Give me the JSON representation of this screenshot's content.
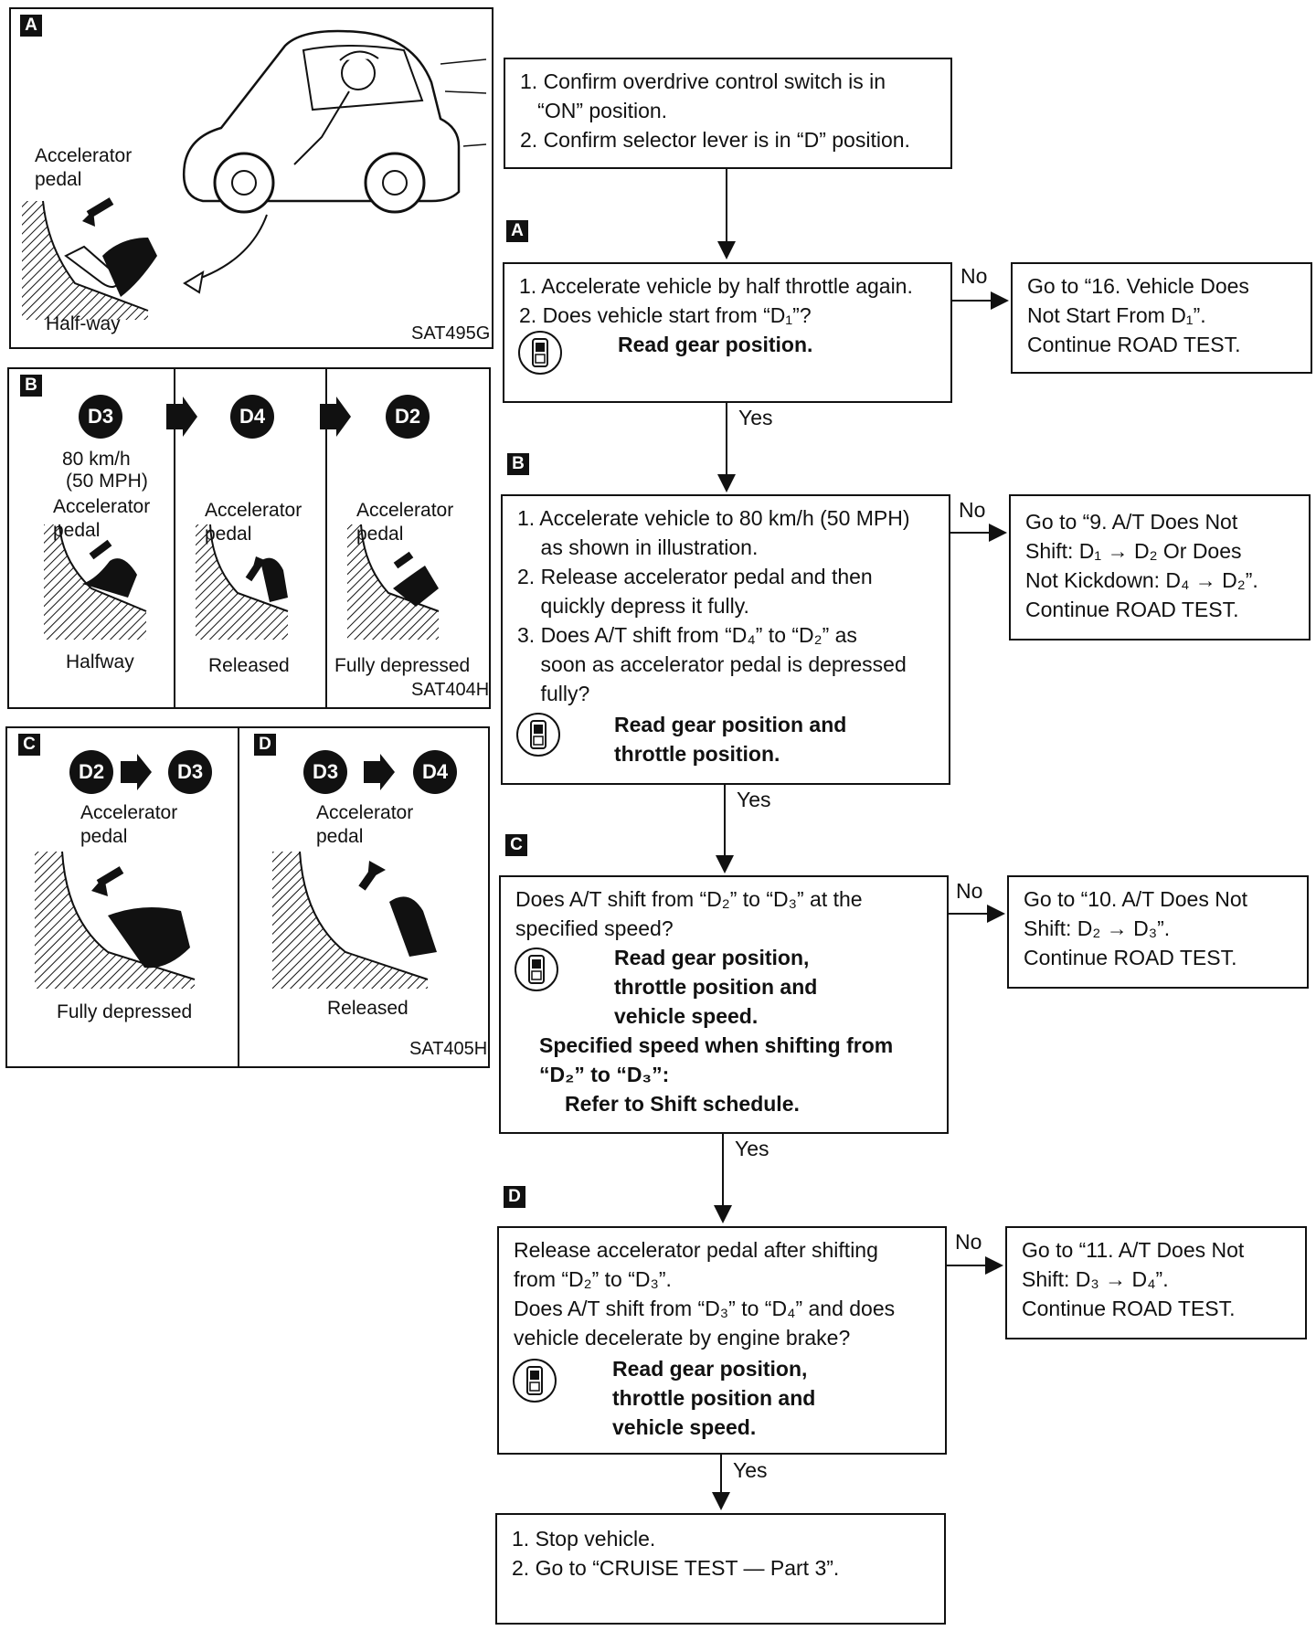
{
  "steps": {
    "start": {
      "line1": "1. Confirm overdrive control switch is in",
      "line2": "   “ON” position.",
      "line3": "2. Confirm selector lever is in “D” position."
    },
    "a": {
      "marker": "A",
      "line1": "1. Accelerate vehicle by half throttle again.",
      "line2": "2. Does vehicle start from “D₁”?",
      "read": "Read gear position.",
      "no_label": "No",
      "yes_label": "Yes",
      "no_line1": "Go to “16. Vehicle Does",
      "no_line2": "Not Start From D₁”.",
      "no_line3": "Continue ROAD TEST."
    },
    "b": {
      "marker": "B",
      "line1": "1. Accelerate vehicle to 80 km/h (50 MPH)",
      "line2": "    as shown in illustration.",
      "line3": "2. Release accelerator pedal and then",
      "line4": "    quickly depress it fully.",
      "line5": "3. Does A/T shift from “D₄” to “D₂” as",
      "line6": "    soon as accelerator pedal is depressed",
      "line7": "    fully?",
      "read1": "Read gear position and",
      "read2": "throttle position.",
      "no_label": "No",
      "yes_label": "Yes",
      "no_line1": "Go to “9. A/T Does Not",
      "no_line2": "Shift: D₁ → D₂ Or Does",
      "no_line3": "Not Kickdown: D₄ → D₂”.",
      "no_line4": "Continue ROAD TEST."
    },
    "c": {
      "marker": "C",
      "line1": "Does A/T shift from “D₂” to “D₃” at the",
      "line2": "specified speed?",
      "read1": "Read gear position,",
      "read2": "throttle position and",
      "read3": "vehicle speed.",
      "spec1": "Specified speed when shifting from",
      "spec2": "“D₂” to “D₃”:",
      "spec3": "Refer to Shift schedule.",
      "no_label": "No",
      "yes_label": "Yes",
      "no_line1": "Go to “10. A/T Does Not",
      "no_line2": "Shift: D₂ → D₃”.",
      "no_line3": "Continue ROAD TEST."
    },
    "d": {
      "marker": "D",
      "line1": "Release accelerator pedal after shifting",
      "line2": "from “D₂” to “D₃”.",
      "line3": "Does A/T shift from “D₃” to “D₄” and does",
      "line4": "vehicle decelerate by engine brake?",
      "read1": "Read gear position,",
      "read2": "throttle position and",
      "read3": "vehicle speed.",
      "no_label": "No",
      "yes_label": "Yes",
      "no_line1": "Go to “11. A/T Does Not",
      "no_line2": "Shift: D₃ → D₄”.",
      "no_line3": "Continue ROAD TEST."
    },
    "end": {
      "line1": "1. Stop vehicle.",
      "line2": "2. Go to “CRUISE TEST — Part 3”."
    }
  },
  "figures": {
    "a": {
      "marker": "A",
      "pedal_label1": "Accelerator",
      "pedal_label2": "pedal",
      "position": "Half-way",
      "code": "SAT495G"
    },
    "b": {
      "marker": "B",
      "gear1": "D3",
      "gear2": "D4",
      "gear3": "D2",
      "speed1": "80 km/h",
      "speed2": "(50 MPH)",
      "pedal_label1": "Accelerator",
      "pedal_label2": "pedal",
      "pos1": "Halfway",
      "pos2": "Released",
      "pos3": "Fully depressed",
      "code": "SAT404H"
    },
    "cd": {
      "marker_c": "C",
      "marker_d": "D",
      "c_gear1": "D2",
      "c_gear2": "D3",
      "d_gear1": "D3",
      "d_gear2": "D4",
      "pedal_label1": "Accelerator",
      "pedal_label2": "pedal",
      "c_pos": "Fully depressed",
      "d_pos": "Released",
      "code": "SAT405H"
    }
  }
}
